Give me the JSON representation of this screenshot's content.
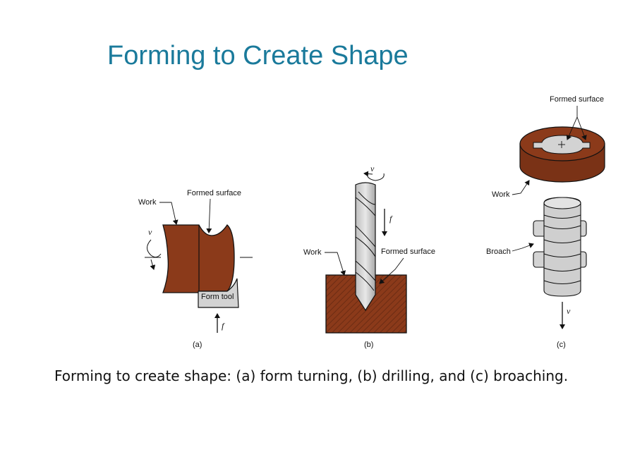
{
  "slide": {
    "title": "Forming to Create Shape",
    "caption": "Forming to create shape: (a) form turning, (b) drilling, and (c) broaching."
  },
  "colors": {
    "title": "#1a7a9b",
    "work": "#8b3a1a",
    "tool": "#d3d3d3"
  },
  "panel_a": {
    "work_label": "Work",
    "formed_surface_label": "Formed surface",
    "form_tool_label": "Form tool",
    "v_label": "v",
    "f_label": "f",
    "panel_label": "(a)"
  },
  "panel_b": {
    "v_label": "v",
    "f_label": "f",
    "work_label": "Work",
    "formed_surface_label": "Formed surface",
    "panel_label": "(b)"
  },
  "panel_c": {
    "formed_surface_label": "Formed surface",
    "work_label": "Work",
    "broach_label": "Broach",
    "v_label": "v",
    "panel_label": "(c)"
  }
}
